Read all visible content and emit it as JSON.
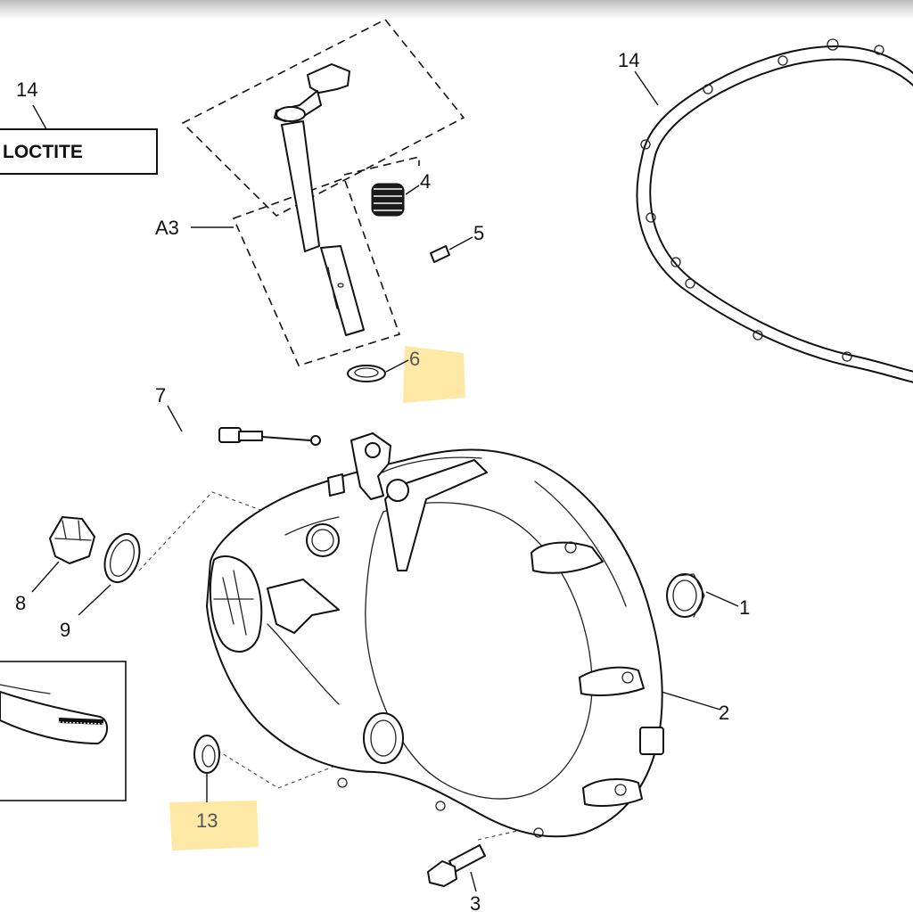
{
  "colors": {
    "highlight": "#fbd96a",
    "line": "#111111",
    "background": "#ffffff"
  },
  "labels": {
    "loctite_number": "14",
    "loctite_box": "LOCTITE",
    "gasket": "14",
    "a3": "A3",
    "p4": "4",
    "p5": "5",
    "p6": "6",
    "p7": "7",
    "p8": "8",
    "p9": "9",
    "p1": "1",
    "p2": "2",
    "p3": "3",
    "p13": "13"
  },
  "highlighted_callouts": [
    "6",
    "13"
  ]
}
